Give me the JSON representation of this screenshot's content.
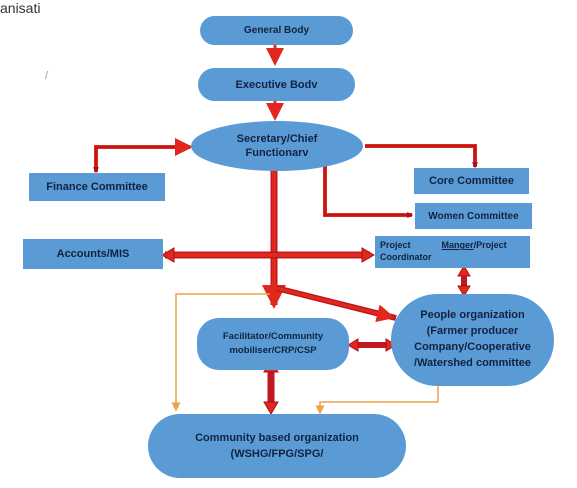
{
  "corner_text": "anisati",
  "nodes": {
    "general_body": "General Body",
    "executive_body": "Executive Bodv",
    "secretary": "Secretary/Chief Functionarv",
    "finance_committee": "Finance Committee",
    "core_committee": "Core Committee",
    "women_committee": "Women Committee",
    "accounts": "Accounts/MIS",
    "project_prefix": "Project",
    "project_manger": "Manger",
    "project_suffix": "/Project Coordinator",
    "facilitator": "Facilitator/Community mobiliser/CRP/CSP",
    "people_org": "People organization (Farmer producer Company/Cooperative /Watershed committee",
    "cbo_line1": "Community based organization",
    "cbo_line2": "(WSHG/FPG/SPG/"
  },
  "colors": {
    "box_fill": "#5b9bd5",
    "arrow_red": "#e0281c",
    "arrow_red_dark": "#a8101a",
    "arrow_orange": "#f0a04a"
  }
}
